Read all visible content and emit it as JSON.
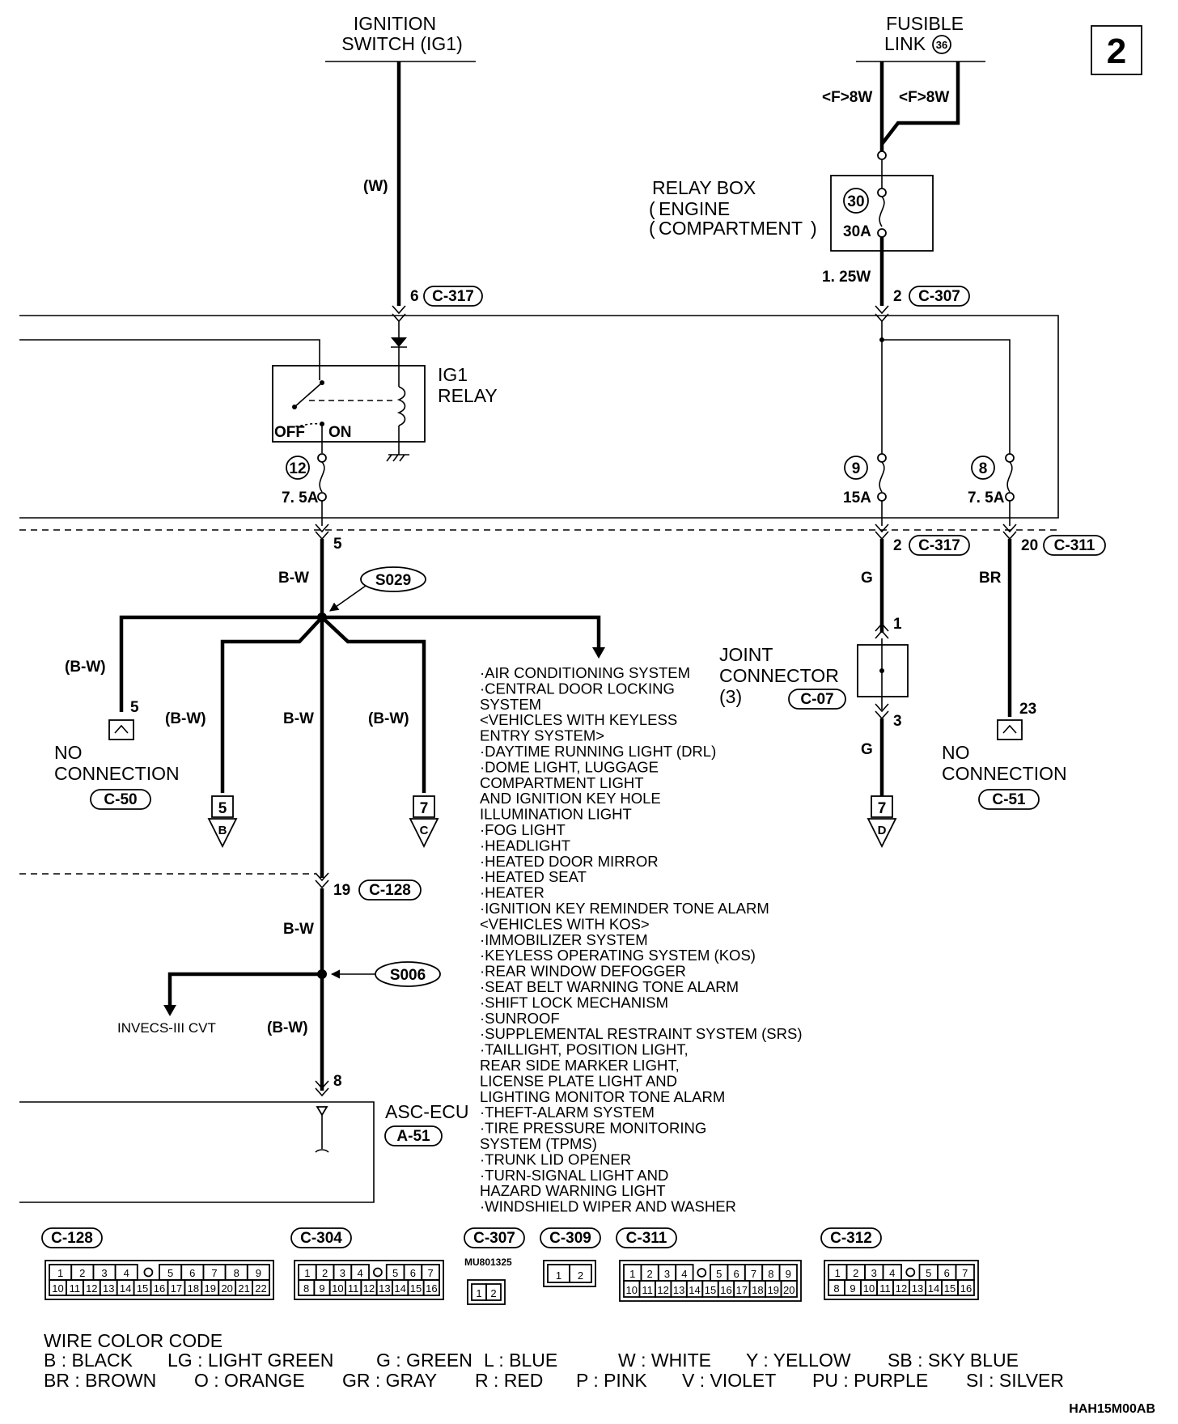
{
  "page_number": "2",
  "ignition_switch": [
    "IGNITION",
    "SWITCH (IG1)"
  ],
  "fusible_link": [
    "FUSIBLE",
    "LINK",
    "36"
  ],
  "wire_w_top": "(W)",
  "fusible_wire_left": "<F>8W",
  "fusible_wire_right": "<F>8W",
  "relay_box": [
    "RELAY BOX",
    "ENGINE",
    "COMPARTMENT"
  ],
  "fuse_30": {
    "number": "30",
    "rating": "30A"
  },
  "wire_125w": "1. 25W",
  "conn_c317_top": {
    "pin": "6",
    "id": "C-317"
  },
  "conn_c307_top": {
    "pin": "2",
    "id": "C-307"
  },
  "ig1_relay": {
    "label": [
      "IG1",
      "RELAY"
    ],
    "off": "OFF",
    "on": "ON"
  },
  "fuse_12": {
    "number": "12",
    "rating": "7. 5A"
  },
  "fuse_9": {
    "number": "9",
    "rating": "15A"
  },
  "fuse_8": {
    "number": "8",
    "rating": "7. 5A"
  },
  "pin_5_left": "5",
  "conn_c317_mid": {
    "pin": "2",
    "id": "C-317"
  },
  "conn_c311_mid": {
    "pin": "20",
    "id": "C-311"
  },
  "wire_bw": "B-W",
  "wire_bw_paren": "(B-W)",
  "wire_g": "G",
  "wire_br": "BR",
  "splice_s029": "S029",
  "splice_s006": "S006",
  "joint_connector": {
    "label": [
      "JOINT",
      "CONNECTOR",
      "(3)"
    ],
    "id": "C-07",
    "pin_in": "1",
    "pin_out": "3"
  },
  "no_connection_left": {
    "pin": "5",
    "label": [
      "NO",
      "CONNECTION"
    ],
    "id": "C-50"
  },
  "no_connection_right": {
    "pin": "23",
    "label": [
      "NO",
      "CONNECTION"
    ],
    "id": "C-51"
  },
  "ref_b": {
    "page": "5",
    "letter": "B"
  },
  "ref_c": {
    "page": "7",
    "letter": "C"
  },
  "ref_d": {
    "page": "7",
    "letter": "D"
  },
  "conn_c128": {
    "pin": "19",
    "id": "C-128"
  },
  "invecs": "INVECS-III CVT",
  "pin_8": "8",
  "asc_ecu": {
    "label": "ASC-ECU",
    "id": "A-51"
  },
  "systems": [
    "·AIR CONDITIONING SYSTEM",
    "·CENTRAL DOOR LOCKING",
    " SYSTEM",
    " <VEHICLES WITH KEYLESS",
    " ENTRY SYSTEM>",
    "·DAYTIME RUNNING LIGHT (DRL)",
    "·DOME LIGHT, LUGGAGE",
    " COMPARTMENT LIGHT",
    " AND IGNITION KEY HOLE",
    " ILLUMINATION LIGHT",
    "·FOG LIGHT",
    "·HEADLIGHT",
    "·HEATED DOOR MIRROR",
    "·HEATED SEAT",
    "·HEATER",
    "·IGNITION KEY REMINDER TONE ALARM",
    " <VEHICLES WITH KOS>",
    "·IMMOBILIZER SYSTEM",
    "·KEYLESS OPERATING SYSTEM (KOS)",
    "·REAR WINDOW DEFOGGER",
    "·SEAT BELT WARNING TONE ALARM",
    "·SHIFT LOCK MECHANISM",
    "·SUNROOF",
    "·SUPPLEMENTAL RESTRAINT SYSTEM (SRS)",
    "·TAILLIGHT, POSITION LIGHT,",
    " REAR SIDE MARKER LIGHT,",
    " LICENSE PLATE LIGHT AND",
    " LIGHTING MONITOR TONE ALARM",
    "·THEFT-ALARM SYSTEM",
    "·TIRE PRESSURE MONITORING",
    " SYSTEM (TPMS)",
    "·TRUNK LID OPENER",
    "·TURN-SIGNAL LIGHT AND",
    " HAZARD WARNING LIGHT",
    "·WINDSHIELD WIPER AND WASHER"
  ],
  "connectors": [
    {
      "id": "C-128",
      "rows": [
        [
          "1",
          "2",
          "3",
          "4",
          "",
          "5",
          "6",
          "7",
          "8",
          "9"
        ],
        [
          "10",
          "11",
          "12",
          "13",
          "14",
          "15",
          "16",
          "17",
          "18",
          "19",
          "20",
          "21",
          "22"
        ]
      ]
    },
    {
      "id": "C-304",
      "rows": [
        [
          "1",
          "2",
          "3",
          "4",
          "",
          "5",
          "6",
          "7"
        ],
        [
          "8",
          "9",
          "10",
          "11",
          "12",
          "13",
          "14",
          "15",
          "16"
        ]
      ]
    },
    {
      "id": "C-307",
      "part": "MU801325",
      "rows": [
        [
          "1",
          "2"
        ]
      ]
    },
    {
      "id": "C-309",
      "rows": [
        [
          "1",
          "2"
        ]
      ]
    },
    {
      "id": "C-311",
      "rows": [
        [
          "1",
          "2",
          "3",
          "4",
          "",
          "5",
          "6",
          "7",
          "8",
          "9"
        ],
        [
          "10",
          "11",
          "12",
          "13",
          "14",
          "15",
          "16",
          "17",
          "18",
          "19",
          "20"
        ]
      ]
    },
    {
      "id": "C-312",
      "rows": [
        [
          "1",
          "2",
          "3",
          "4",
          "",
          "5",
          "6",
          "7"
        ],
        [
          "8",
          "9",
          "10",
          "11",
          "12",
          "13",
          "14",
          "15",
          "16"
        ]
      ]
    }
  ],
  "wire_color_code": {
    "title": "WIRE COLOR CODE",
    "row1": [
      "B : BLACK",
      "LG : LIGHT GREEN",
      "G : GREEN",
      "L : BLUE",
      "W : WHITE",
      "Y : YELLOW",
      "SB : SKY BLUE"
    ],
    "row2": [
      "BR : BROWN",
      "O : ORANGE",
      "GR : GRAY",
      "R : RED",
      "P : PINK",
      "V : VIOLET",
      "PU : PURPLE",
      "SI : SILVER"
    ]
  },
  "figure_code": "HAH15M00AB"
}
